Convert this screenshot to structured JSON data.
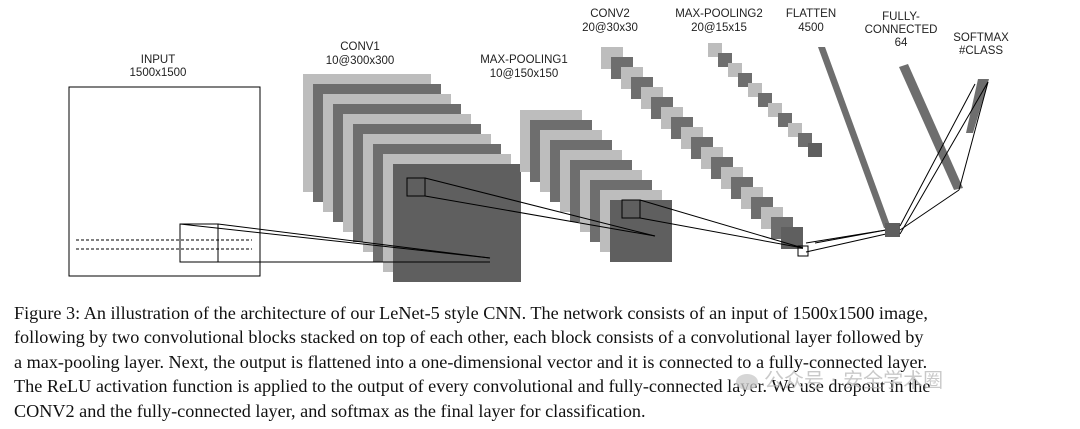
{
  "diagram": {
    "layers": [
      {
        "id": "input",
        "name": "INPUT",
        "size": "1500x1500"
      },
      {
        "id": "conv1",
        "name": "CONV1",
        "size": "10@300x300"
      },
      {
        "id": "pool1",
        "name": "MAX-POOLING1",
        "size": "10@150x150"
      },
      {
        "id": "conv2",
        "name": "CONV2",
        "size": "20@30x30"
      },
      {
        "id": "pool2",
        "name": "MAX-POOLING2",
        "size": "20@15x15"
      },
      {
        "id": "flatten",
        "name": "FLATTEN",
        "size": "4500"
      },
      {
        "id": "fc",
        "name": "FULLY-",
        "name2": "CONNECTED",
        "size": "64"
      },
      {
        "id": "softmax",
        "name": "SOFTMAX",
        "size": "#CLASS"
      }
    ],
    "colors": {
      "dark": "#6e6e6e",
      "light": "#bdbdbd",
      "front": "#5f5f5f",
      "line": "#000000"
    }
  },
  "caption": {
    "lines": [
      "Figure 3: An illustration of the architecture of our LeNet-5 style CNN. The network consists of an input of 1500x1500 image,",
      "following by two convolutional blocks stacked on top of each other, each block consists of a convolutional layer followed by",
      "a max-pooling layer. Next, the output is flattened into a one-dimensional vector and it is connected to a fully-connected layer.",
      "The ReLU activation function is applied to the output of every convolutional and fully-connected layer. We use dropout in the",
      "CONV2 and the fully-connected layer, and softmax as the final layer for classification."
    ]
  },
  "watermark": {
    "text": "公众号 · 安全学术圈"
  }
}
